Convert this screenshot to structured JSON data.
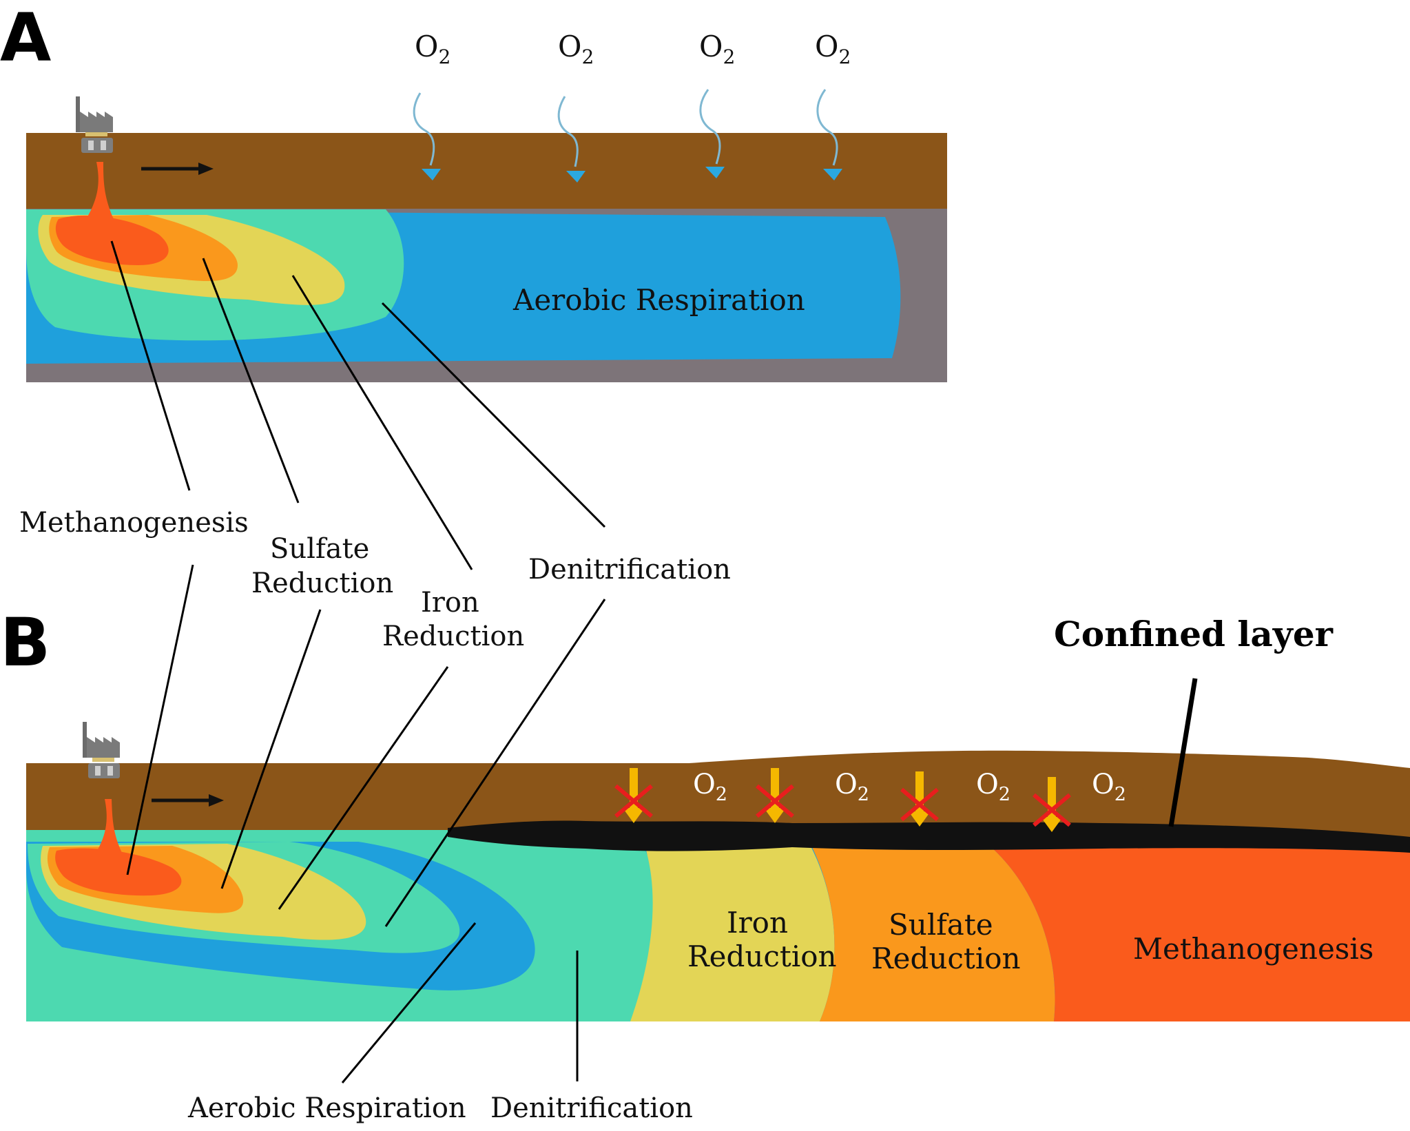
{
  "panels": {
    "a": {
      "letter": "A"
    },
    "b": {
      "letter": "B"
    }
  },
  "oxygen": {
    "main": "O",
    "sub": "2"
  },
  "labels": {
    "methanogenesis": "Methanogenesis",
    "sulfate": [
      "Sulfate",
      "Reduction"
    ],
    "iron": [
      "Iron",
      "Reduction"
    ],
    "denitrification": "Denitrification",
    "aerobic": "Aerobic Respiration",
    "confined": "Confined layer"
  },
  "colors": {
    "soil": "#8b5518",
    "bedrock": "#7d7479",
    "aerobic": "#1fa0dc",
    "denitrification": "#4dd9b0",
    "iron": "#e3d556",
    "sulfate": "#fa981c",
    "methanogenesis": "#fa5b1c",
    "confined_layer": "#111111",
    "arrow": "#f5b800",
    "cross": "#e81e1e",
    "water_arrow": "#2ba8e0"
  }
}
